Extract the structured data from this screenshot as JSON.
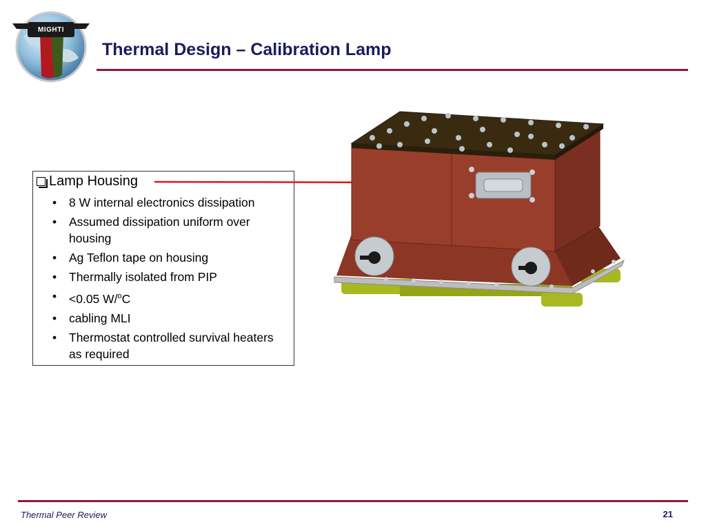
{
  "header": {
    "logo_text": "MIGHTI",
    "title": "Thermal Design – Calibration Lamp"
  },
  "content": {
    "heading": "Lamp Housing",
    "bullets": [
      "8 W internal electronics dissipation",
      "Assumed dissipation uniform over housing",
      "Ag Teflon tape on housing",
      "Thermally isolated from PIP",
      "<0.05 W/",
      "cabling MLI",
      "Thermostat controlled survival heaters as required"
    ],
    "unit_sup": "o",
    "unit_suffix": "C"
  },
  "footer": {
    "left": "Thermal Peer Review",
    "page": "21"
  },
  "colors": {
    "accent": "#8b1a3a",
    "title": "#1a1a5e",
    "arrow": "#e0151d",
    "housing": "#9a3e2c",
    "lid": "#3a2a10",
    "feet": "#a8b820"
  }
}
